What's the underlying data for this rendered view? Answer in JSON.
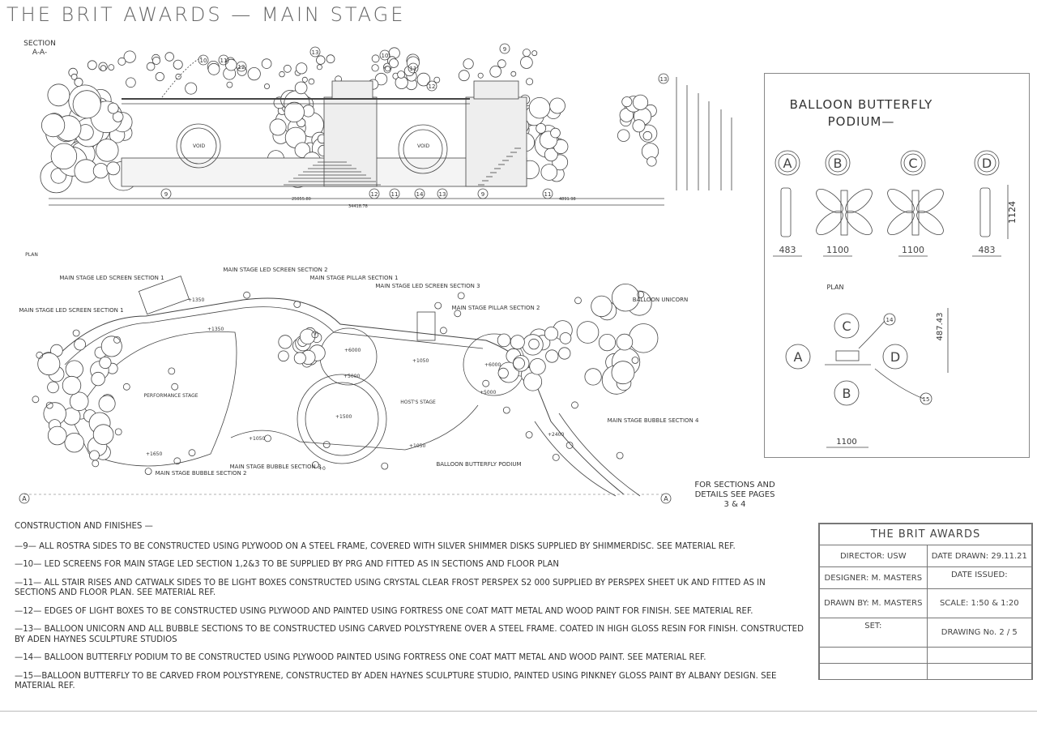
{
  "title": "THE BRIT AWARDS — MAIN STAGE",
  "section_label": "SECTION A-A-",
  "section_label_line1": "SECTION",
  "section_label_line2": "A-A-",
  "plan_label": "PLAN",
  "section_void_label": "VOID",
  "dims": {
    "d1": "25055.80",
    "d2": "34418.78",
    "d3": "4891.98"
  },
  "plan_labels": {
    "led1a": "MAIN STAGE LED SCREEN SECTION 1",
    "led1b": "MAIN STAGE LED SCREEN SECTION 1",
    "led2": "MAIN STAGE LED SCREEN SECTION 2",
    "pillar1": "MAIN STAGE PILLAR SECTION 1",
    "led3": "MAIN STAGE LED SCREEN SECTION 3",
    "pillar2": "MAIN STAGE PILLAR SECTION 2",
    "unicorn": "BALLOON UNICORN",
    "performance": "PERFORMANCE STAGE",
    "host": "HOST'S STAGE",
    "bubble2": "MAIN STAGE BUBBLE SECTION 2",
    "bubble3": "MAIN STAGE BUBBLE SECTION 3",
    "podium": "BALLOON BUTTERFLY PODIUM",
    "bubble4": "MAIN STAGE BUBBLE SECTION 4",
    "see_pages": "FOR SECTIONS AND DETAILS SEE PAGES 3 & 4",
    "see_pages_l1": "FOR SECTIONS AND",
    "see_pages_l2": "DETAILS SEE PAGES",
    "see_pages_l3": "3 & 4"
  },
  "levels": [
    "+1350",
    "+1350",
    "+6000",
    "+5000",
    "+1050",
    "+6000",
    "+5000",
    "+1500",
    "+1050",
    "+1050",
    "+1650",
    "+2400",
    "+0"
  ],
  "butterfly": {
    "title_line1": "BALLOON BUTTERFLY",
    "title_line2": "PODIUM—",
    "views": [
      "A",
      "B",
      "C",
      "D"
    ],
    "widths": [
      "483",
      "1100",
      "1100",
      "483"
    ],
    "height": "1124",
    "plan_label": "PLAN",
    "plan_dim_v": "487.43",
    "plan_dim_h": "1100",
    "callouts": [
      "14",
      "15"
    ]
  },
  "notes": {
    "heading": "CONSTRUCTION AND FINISHES —",
    "items": [
      "—9— ALL ROSTRA SIDES TO BE CONSTRUCTED USING PLYWOOD ON A STEEL FRAME, COVERED WITH SILVER SHIMMER DISKS SUPPLIED BY SHIMMERDISC. SEE MATERIAL REF.",
      "—10— LED SCREENS FOR MAIN STAGE LED SECTION 1,2&3 TO BE SUPPLIED BY PRG AND FITTED AS IN SECTIONS AND FLOOR PLAN",
      "—11— ALL STAIR RISES AND CATWALK SIDES TO BE LIGHT BOXES CONSTRUCTED USING CRYSTAL CLEAR FROST PERSPEX S2 000 SUPPLIED BY PERSPEX SHEET UK AND FITTED AS IN SECTIONS AND FLOOR PLAN. SEE MATERIAL REF.",
      "—12— EDGES OF LIGHT BOXES TO BE CONSTRUCTED USING PLYWOOD AND PAINTED USING FORTRESS ONE COAT MATT METAL AND WOOD PAINT FOR FINISH. SEE MATERIAL REF.",
      "—13— BALLOON UNICORN AND ALL BUBBLE SECTIONS TO BE CONSTRUCTED USING CARVED POLYSTYRENE OVER A STEEL FRAME. COATED IN HIGH GLOSS RESIN FOR FINISH. CONSTRUCTED BY ADEN HAYNES SCULPTURE STUDIOS",
      "—14— BALLOON BUTTERFLY PODIUM TO BE CONSTRUCTED USING PLYWOOD PAINTED USING FORTRESS ONE COAT MATT METAL AND WOOD PAINT. SEE MATERIAL REF.",
      "—15—BALLOON BUTTERFLY TO BE CARVED FROM POLYSTYRENE, CONSTRUCTED BY ADEN HAYNES SCULPTURE STUDIO, PAINTED USING PINKNEY GLOSS PAINT BY ALBANY DESIGN. SEE MATERIAL REF."
    ]
  },
  "title_block": {
    "header": "THE BRIT AWARDS",
    "director": "DIRECTOR: USW",
    "date_drawn": "DATE DRAWN: 29.11.21",
    "designer": "DESIGNER: M. MASTERS",
    "date_issued": "DATE ISSUED:",
    "drawn_by": "DRAWN BY: M. MASTERS",
    "scale": "SCALE: 1:50 & 1:20",
    "set": "SET:",
    "drawing_no": "DRAWING No. 2 / 5"
  },
  "callouts_section": [
    "10",
    "11",
    "12",
    "13",
    "10",
    "11",
    "12",
    "9",
    "13",
    "9",
    "12",
    "11",
    "14",
    "13",
    "9",
    "11"
  ],
  "grid_marker": "A",
  "colors": {
    "line": "#333333",
    "light": "#888888"
  }
}
